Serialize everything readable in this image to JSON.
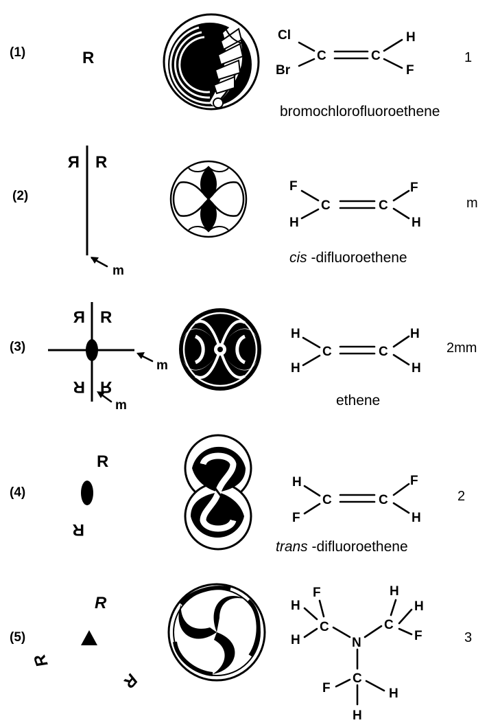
{
  "rows": [
    {
      "label": "(1)",
      "symmetry": "1",
      "name_prefix": "",
      "name_main": "bromochlorofluoroethene",
      "atoms": {
        "top_left": "Cl",
        "bottom_left": "Br",
        "left_c": "C",
        "right_c": "C",
        "top_right": "H",
        "bottom_right": "F"
      },
      "motif": "R"
    },
    {
      "label": "(2)",
      "symmetry": "m",
      "name_prefix": "cis",
      "name_main": " -difluoroethene",
      "atoms": {
        "top_left": "F",
        "bottom_left": "H",
        "left_c": "C",
        "right_c": "C",
        "top_right": "F",
        "bottom_right": "H"
      },
      "motif": "R",
      "mirror_label": "m"
    },
    {
      "label": "(3)",
      "symmetry": "2mm",
      "name_prefix": "",
      "name_main": "ethene",
      "atoms": {
        "top_left": "H",
        "bottom_left": "H",
        "left_c": "C",
        "right_c": "C",
        "top_right": "H",
        "bottom_right": "H"
      },
      "motif": "R",
      "mirror_label_1": "m",
      "mirror_label_2": "m"
    },
    {
      "label": "(4)",
      "symmetry": "2",
      "name_prefix": "trans",
      "name_main": " -difluoroethene",
      "atoms": {
        "top_left": "H",
        "bottom_left": "F",
        "left_c": "C",
        "right_c": "C",
        "top_right": "F",
        "bottom_right": "H"
      },
      "motif": "R"
    },
    {
      "label": "(5)",
      "symmetry": "3",
      "motif": "R",
      "amine": {
        "n": "N",
        "left_c": "C",
        "left_f": "F",
        "left_h1": "H",
        "left_h2": "H",
        "right_c": "C",
        "right_h1": "H",
        "right_h2": "H",
        "right_f": "F",
        "bottom_c": "C",
        "bottom_f": "F",
        "bottom_h1": "H",
        "bottom_h2": "H"
      }
    }
  ]
}
